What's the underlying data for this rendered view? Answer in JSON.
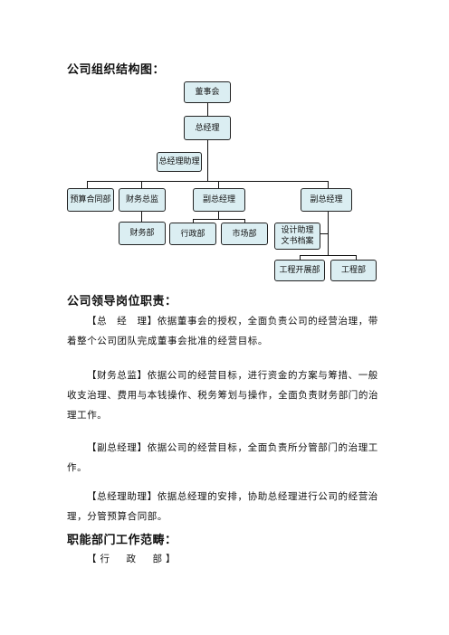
{
  "sections": {
    "org_chart_title": "公司组织结构图：",
    "duties_title": "公司领导岗位职责：",
    "dept_title": "职能部门工作范畴："
  },
  "org": {
    "board": "董事会",
    "gm": "总经理",
    "gm_assistant": "总经理助理",
    "budget_contract": "预算合同部",
    "finance_director": "财务总监",
    "deputy_gm_1": "副总经理",
    "deputy_gm_2": "副总经理",
    "finance_dept": "财务部",
    "admin_dept": "行政部",
    "market_dept": "市场部",
    "design_assistant": "设计助理\n文书档案",
    "eng_dev_dept": "工程开展部",
    "eng_dept": "工程部"
  },
  "duties": [
    "【总　经　理】依据董事会的授权，全面负责公司的经营治理，带着整个公司团队完成董事会批准的经营目标。",
    "【财务总监】依据公司的经营目标，进行资金的方案与筹措、一般收支治理、费用与本钱操作、税务筹划与操作，全面负责财务部门的治理工作。",
    "【副总经理】依据公司的经营目标，全面负责所分管部门的治理工作。",
    "【总经理助理】依据总经理的安排，协助总经理进行公司的经营治理，分管预算合同部。"
  ],
  "dept_first": "【行　政　部】"
}
